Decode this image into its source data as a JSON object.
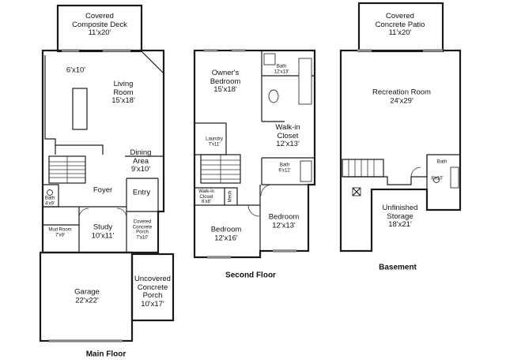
{
  "floors": {
    "main": {
      "title": "Main Floor",
      "rooms": {
        "deck": {
          "name": "Covered\nComposite Deck",
          "dim": "11'x20'"
        },
        "nook": {
          "name": "",
          "dim": "6'x10'"
        },
        "living": {
          "name": "Living\nRoom",
          "dim": "15'x18'"
        },
        "dining": {
          "name": "Dining\nArea",
          "dim": "9'x10'"
        },
        "foyer": {
          "name": "Foyer",
          "dim": ""
        },
        "entry": {
          "name": "Entry",
          "dim": ""
        },
        "bath": {
          "name": "Bath",
          "dim": "4'x9'"
        },
        "mudroom": {
          "name": "Mud Room",
          "dim": "7'x9'"
        },
        "study": {
          "name": "Study",
          "dim": "10'x11'"
        },
        "porch": {
          "name": "Covered\nConcrete\nPorch",
          "dim": "7'x10'"
        },
        "garage": {
          "name": "Garage",
          "dim": "22'x22'"
        },
        "uporch": {
          "name": "Uncovered\nConcrete\nPorch",
          "dim": "10'x17'"
        }
      }
    },
    "second": {
      "title": "Second Floor",
      "rooms": {
        "owners": {
          "name": "Owner's\nBedroom",
          "dim": "15'x18'"
        },
        "bath1": {
          "name": "Bath",
          "dim": "12'x13'"
        },
        "laundry": {
          "name": "Laundry",
          "dim": "7'x11'"
        },
        "walkin": {
          "name": "Walk-in\nCloset",
          "dim": "12'x13'"
        },
        "bath2": {
          "name": "Bath",
          "dim": "6'x12'"
        },
        "closet": {
          "name": "Walk-in\nCloset",
          "dim": "6'x8'"
        },
        "mech": {
          "name": "Mech",
          "dim": ""
        },
        "bed1": {
          "name": "Bedroom",
          "dim": "12'x16'"
        },
        "bed2": {
          "name": "Bedroom",
          "dim": "12'x13'"
        }
      }
    },
    "basement": {
      "title": "Basement",
      "rooms": {
        "patio": {
          "name": "Covered\nConcrete Patio",
          "dim": "11'x20'"
        },
        "rec": {
          "name": "Recreation Room",
          "dim": "24'x29'"
        },
        "bath": {
          "name": "Bath",
          "dim": "8'x10'"
        },
        "storage": {
          "name": "Unfinished\nStorage",
          "dim": "18'x21'"
        }
      }
    }
  }
}
